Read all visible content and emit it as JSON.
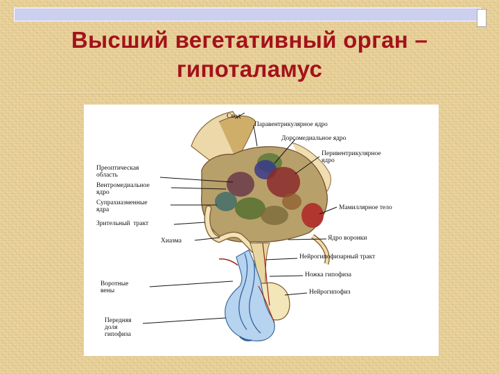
{
  "slide": {
    "title": "Высший вегетативный орган –\nгипоталамус"
  },
  "diagram": {
    "labels": {
      "svod": "Свод",
      "paraventricular": "Паравентрикулярное ядро",
      "dorsomedial": "Дорсомедиальное ядро",
      "periventricular": "Перивентрикулярное\nядро",
      "preoptic": "Преоптическая\nобласть",
      "ventromedial": "Вентромедиальное\nядро",
      "suprachiasmatic": "Супрахиазменные\nядра",
      "optic_tract": "Зрительный  тракт",
      "mamillary": "Мамиллярное тело",
      "infundibular": "Ядро воронки",
      "chiasm": "Хиазма",
      "neurohypophyseal_tract": "Нейрогипофизарный тракт",
      "pituitary_stalk": "Ножка гипофиза",
      "portal_veins": "Воротные\nвены",
      "neurohypophysis": "Нейрогипофиз",
      "anterior_lobe": "Передняя\nдоля\nгипофиза"
    }
  }
}
